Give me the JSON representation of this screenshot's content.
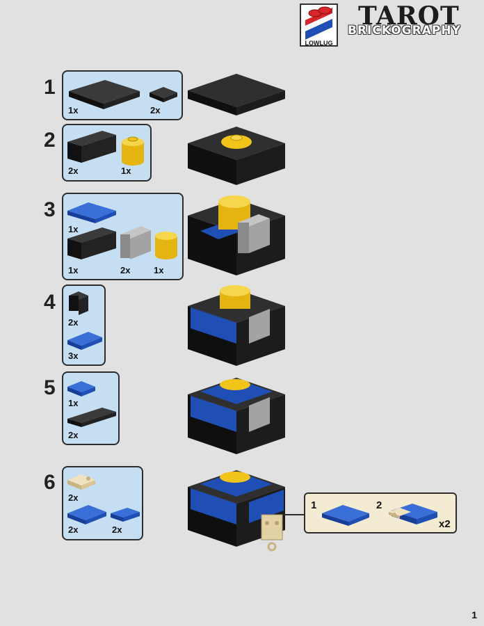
{
  "header": {
    "logo_text": "LOWLUG",
    "brand_title": "TAROT",
    "brand_subtitle": "BRICKOGRAPHY"
  },
  "steps": [
    {
      "number": "1",
      "parts": [
        {
          "qty": "1x"
        },
        {
          "qty": "2x"
        }
      ]
    },
    {
      "number": "2",
      "parts": [
        {
          "qty": "2x"
        },
        {
          "qty": "1x"
        }
      ]
    },
    {
      "number": "3",
      "parts": [
        {
          "qty": "1x"
        },
        {
          "qty": "1x"
        },
        {
          "qty": "2x"
        },
        {
          "qty": "1x"
        }
      ]
    },
    {
      "number": "4",
      "parts": [
        {
          "qty": "2x"
        },
        {
          "qty": "3x"
        }
      ]
    },
    {
      "number": "5",
      "parts": [
        {
          "qty": "1x"
        },
        {
          "qty": "2x"
        }
      ]
    },
    {
      "number": "6",
      "parts": [
        {
          "qty": "2x"
        },
        {
          "qty": "2x"
        },
        {
          "qty": "2x"
        }
      ]
    }
  ],
  "callout": {
    "substep_1": "1",
    "substep_2": "2",
    "multiplier": "x2"
  },
  "page_number": "1",
  "colors": {
    "background": "#e1e1e1",
    "parts_panel": "#c6def2",
    "callout_panel": "#f4ecd2",
    "brick_black": "#1a1a1a",
    "brick_blue": "#1f4fb4",
    "brick_yellow": "#f0c419",
    "brick_gray": "#a3a3a3",
    "brick_tan": "#e3d1a6"
  }
}
